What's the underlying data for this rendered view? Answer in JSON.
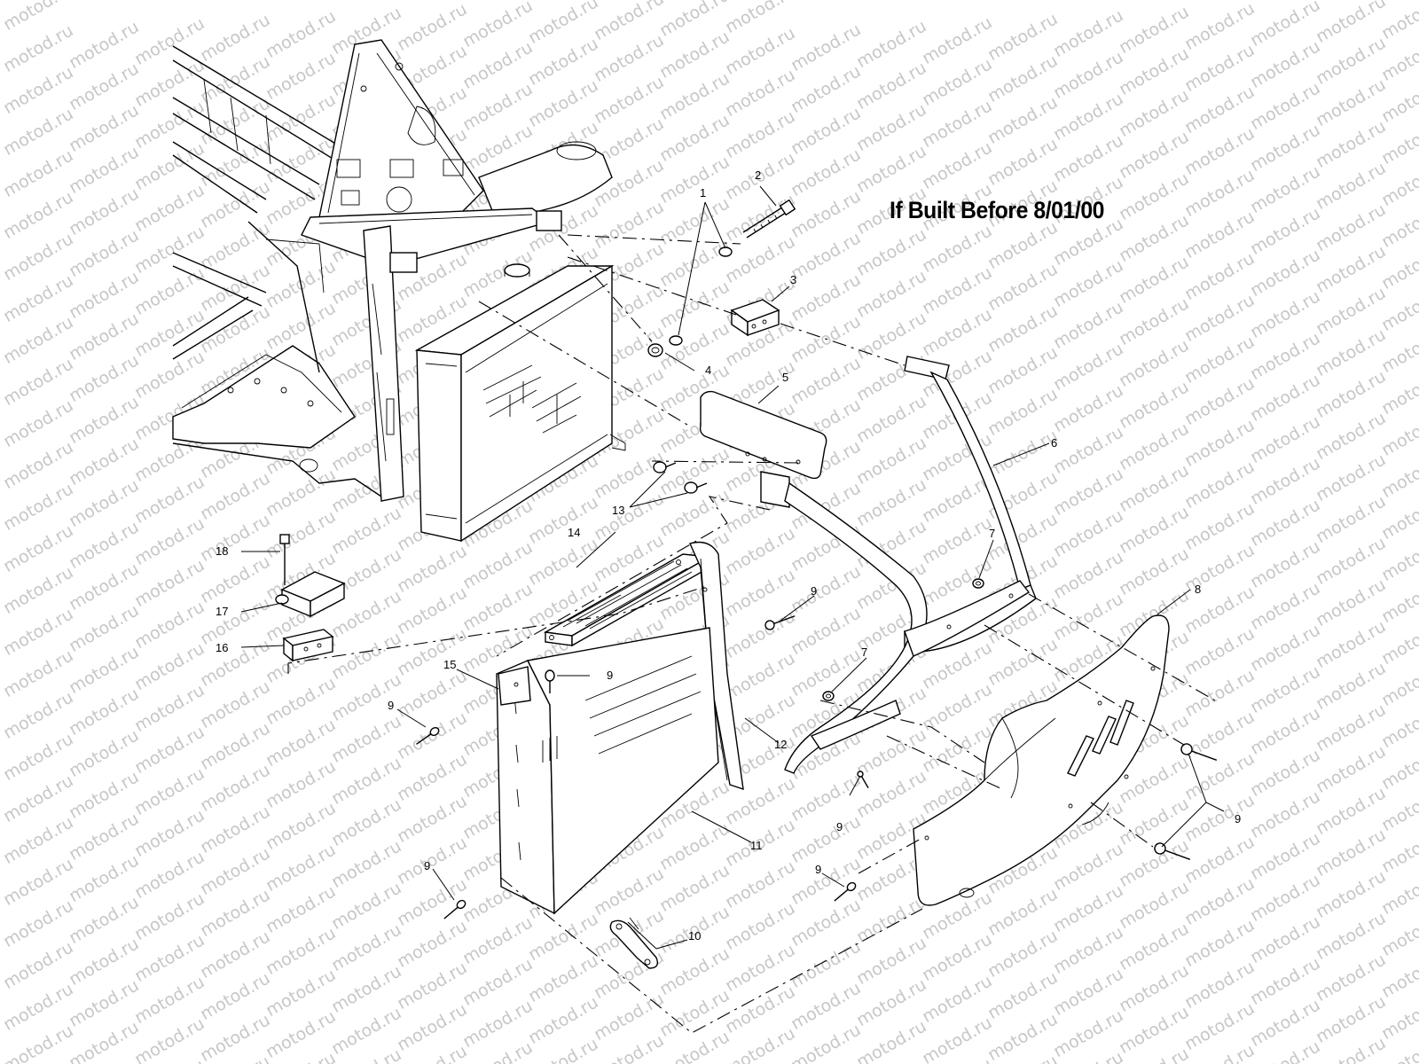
{
  "heading": "If Built Before 8/01/00",
  "watermark": "motod.ru",
  "callouts": [
    "1",
    "2",
    "3",
    "4",
    "5",
    "6",
    "7",
    "7",
    "8",
    "9",
    "9",
    "9",
    "9",
    "9",
    "9",
    "9",
    "9",
    "10",
    "11",
    "12",
    "13",
    "14",
    "15",
    "16",
    "17",
    "18"
  ]
}
